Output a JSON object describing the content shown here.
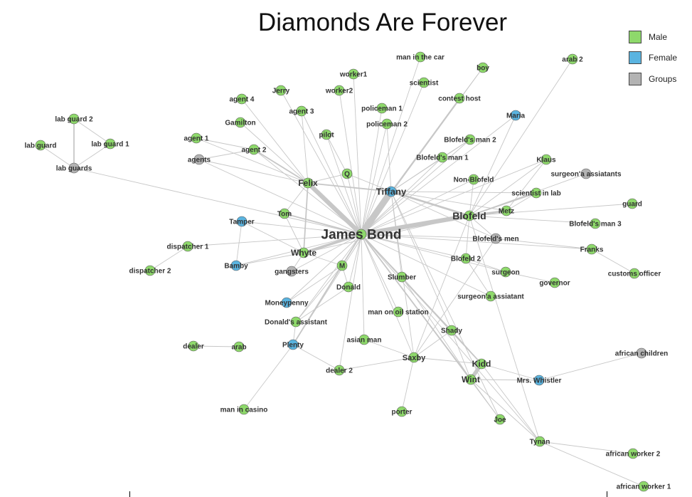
{
  "title": "Diamonds Are Forever",
  "legend": [
    {
      "label": "Male",
      "color": "#8ed96b"
    },
    {
      "label": "Female",
      "color": "#5ab4e0"
    },
    {
      "label": "Groups",
      "color": "#b3b3b3"
    }
  ],
  "colors": {
    "edge": "#c7c7c7",
    "node_stroke": "#555555",
    "label": "#333333"
  },
  "nodes": [
    {
      "id": "James Bond",
      "type": "male"
    },
    {
      "id": "Tiffany",
      "type": "female"
    },
    {
      "id": "Felix",
      "type": "male"
    },
    {
      "id": "Blofeld",
      "type": "male"
    },
    {
      "id": "Whyte",
      "type": "male"
    },
    {
      "id": "Kidd",
      "type": "male"
    },
    {
      "id": "Wint",
      "type": "male"
    },
    {
      "id": "Tom",
      "type": "male"
    },
    {
      "id": "Tamper",
      "type": "female"
    },
    {
      "id": "Bamby",
      "type": "female"
    },
    {
      "id": "gangsters",
      "type": "group"
    },
    {
      "id": "M",
      "type": "male"
    },
    {
      "id": "Donald",
      "type": "male"
    },
    {
      "id": "Moneypenny",
      "type": "female"
    },
    {
      "id": "Donald's assistant",
      "type": "male"
    },
    {
      "id": "Plenty",
      "type": "female"
    },
    {
      "id": "dealer",
      "type": "male"
    },
    {
      "id": "arab",
      "type": "male"
    },
    {
      "id": "dealer 2",
      "type": "male"
    },
    {
      "id": "man in casino",
      "type": "male"
    },
    {
      "id": "asian man",
      "type": "male"
    },
    {
      "id": "man on oil station",
      "type": "male"
    },
    {
      "id": "Slumber",
      "type": "male"
    },
    {
      "id": "Saxby",
      "type": "male"
    },
    {
      "id": "porter",
      "type": "male"
    },
    {
      "id": "Shady",
      "type": "male"
    },
    {
      "id": "Mrs. Whistler",
      "type": "female"
    },
    {
      "id": "african children",
      "type": "group"
    },
    {
      "id": "Joe",
      "type": "male"
    },
    {
      "id": "Tynan",
      "type": "male"
    },
    {
      "id": "african worker 2",
      "type": "male"
    },
    {
      "id": "african worker 1",
      "type": "male"
    },
    {
      "id": "lab guard 2",
      "type": "male"
    },
    {
      "id": "lab guard",
      "type": "male"
    },
    {
      "id": "lab guard 1",
      "type": "male"
    },
    {
      "id": "lab guards",
      "type": "group"
    },
    {
      "id": "dispatcher 1",
      "type": "male"
    },
    {
      "id": "dispatcher 2",
      "type": "male"
    },
    {
      "id": "agent 1",
      "type": "male"
    },
    {
      "id": "agent 2",
      "type": "male"
    },
    {
      "id": "agents",
      "type": "group"
    },
    {
      "id": "Gamilton",
      "type": "male"
    },
    {
      "id": "agent 4",
      "type": "male"
    },
    {
      "id": "Jerry",
      "type": "male"
    },
    {
      "id": "agent 3",
      "type": "male"
    },
    {
      "id": "worker1",
      "type": "male"
    },
    {
      "id": "worker2",
      "type": "male"
    },
    {
      "id": "pilot",
      "type": "male"
    },
    {
      "id": "Q",
      "type": "male"
    },
    {
      "id": "policeman 1",
      "type": "male"
    },
    {
      "id": "policeman 2",
      "type": "male"
    },
    {
      "id": "man in the car",
      "type": "male"
    },
    {
      "id": "scientist",
      "type": "male"
    },
    {
      "id": "boy",
      "type": "male"
    },
    {
      "id": "contest host",
      "type": "male"
    },
    {
      "id": "Blofeld's man 2",
      "type": "male"
    },
    {
      "id": "Blofeld's man 1",
      "type": "male"
    },
    {
      "id": "arab 2",
      "type": "male"
    },
    {
      "id": "Maria",
      "type": "female"
    },
    {
      "id": "Klaus",
      "type": "male"
    },
    {
      "id": "surgeon'a assiatants",
      "type": "group"
    },
    {
      "id": "Non-Blofeld",
      "type": "male"
    },
    {
      "id": "scientist in lab",
      "type": "male"
    },
    {
      "id": "guard",
      "type": "male"
    },
    {
      "id": "Metz",
      "type": "male"
    },
    {
      "id": "Blofeld's man 3",
      "type": "male"
    },
    {
      "id": "Blofeld's men",
      "type": "group"
    },
    {
      "id": "Franks",
      "type": "male"
    },
    {
      "id": "Blofeld 2",
      "type": "male"
    },
    {
      "id": "customs officer",
      "type": "male"
    },
    {
      "id": "surgeon",
      "type": "male"
    },
    {
      "id": "governor",
      "type": "male"
    },
    {
      "id": "surgeon'a assiatant",
      "type": "male"
    }
  ],
  "edges": [
    {
      "source": "James Bond",
      "target": "Tiffany",
      "weight": 10
    },
    {
      "source": "James Bond",
      "target": "Felix",
      "weight": 7
    },
    {
      "source": "James Bond",
      "target": "Blofeld",
      "weight": 7
    },
    {
      "source": "James Bond",
      "target": "Whyte",
      "weight": 4
    },
    {
      "source": "James Bond",
      "target": "Kidd",
      "weight": 2
    },
    {
      "source": "James Bond",
      "target": "Wint",
      "weight": 2
    },
    {
      "source": "Kidd",
      "target": "Wint",
      "weight": 6
    },
    {
      "source": "Tiffany",
      "target": "Blofeld",
      "weight": 3
    },
    {
      "source": "Felix",
      "target": "Tiffany",
      "weight": 2
    },
    {
      "source": "Blofeld",
      "target": "Metz",
      "weight": 3
    },
    {
      "source": "Blofeld",
      "target": "scientist in lab",
      "weight": 2
    },
    {
      "source": "Felix",
      "target": "Whyte",
      "weight": 2
    },
    {
      "source": "James Bond",
      "target": "Tom",
      "weight": 2
    },
    {
      "source": "James Bond",
      "target": "Tamper",
      "weight": 1
    },
    {
      "source": "James Bond",
      "target": "Bamby",
      "weight": 1
    },
    {
      "source": "James Bond",
      "target": "gangsters",
      "weight": 1
    },
    {
      "source": "James Bond",
      "target": "M",
      "weight": 1
    },
    {
      "source": "James Bond",
      "target": "Donald",
      "weight": 1
    },
    {
      "source": "James Bond",
      "target": "Moneypenny",
      "weight": 1
    },
    {
      "source": "James Bond",
      "target": "Donald's assistant",
      "weight": 1
    },
    {
      "source": "James Bond",
      "target": "Plenty",
      "weight": 2
    },
    {
      "source": "James Bond",
      "target": "Slumber",
      "weight": 1
    },
    {
      "source": "James Bond",
      "target": "Saxby",
      "weight": 1
    },
    {
      "source": "James Bond",
      "target": "Shady",
      "weight": 1
    },
    {
      "source": "James Bond",
      "target": "man on oil station",
      "weight": 1
    },
    {
      "source": "James Bond",
      "target": "asian man",
      "weight": 1
    },
    {
      "source": "James Bond",
      "target": "dealer 2",
      "weight": 1
    },
    {
      "source": "James Bond",
      "target": "Q",
      "weight": 1
    },
    {
      "source": "James Bond",
      "target": "pilot",
      "weight": 1
    },
    {
      "source": "James Bond",
      "target": "agent 2",
      "weight": 1
    },
    {
      "source": "James Bond",
      "target": "agents",
      "weight": 1
    },
    {
      "source": "James Bond",
      "target": "agent 3",
      "weight": 1
    },
    {
      "source": "James Bond",
      "target": "Jerry",
      "weight": 1
    },
    {
      "source": "James Bond",
      "target": "worker1",
      "weight": 1
    },
    {
      "source": "James Bond",
      "target": "worker2",
      "weight": 1
    },
    {
      "source": "James Bond",
      "target": "policeman 1",
      "weight": 1
    },
    {
      "source": "James Bond",
      "target": "policeman 2",
      "weight": 1
    },
    {
      "source": "James Bond",
      "target": "man in the car",
      "weight": 1
    },
    {
      "source": "James Bond",
      "target": "scientist",
      "weight": 1
    },
    {
      "source": "James Bond",
      "target": "boy",
      "weight": 1
    },
    {
      "source": "James Bond",
      "target": "contest host",
      "weight": 1
    },
    {
      "source": "James Bond",
      "target": "Blofeld's man 2",
      "weight": 1
    },
    {
      "source": "James Bond",
      "target": "Blofeld's man 1",
      "weight": 1
    },
    {
      "source": "James Bond",
      "target": "Maria",
      "weight": 1
    },
    {
      "source": "James Bond",
      "target": "Non-Blofeld",
      "weight": 1
    },
    {
      "source": "James Bond",
      "target": "Klaus",
      "weight": 1
    },
    {
      "source": "James Bond",
      "target": "Blofeld's men",
      "weight": 1
    },
    {
      "source": "James Bond",
      "target": "Blofeld 2",
      "weight": 1
    },
    {
      "source": "James Bond",
      "target": "surgeon",
      "weight": 1
    },
    {
      "source": "James Bond",
      "target": "surgeon'a assiatant",
      "weight": 1
    },
    {
      "source": "James Bond",
      "target": "Franks",
      "weight": 1
    },
    {
      "source": "James Bond",
      "target": "lab guards",
      "weight": 1
    },
    {
      "source": "James Bond",
      "target": "dispatcher 1",
      "weight": 1
    },
    {
      "source": "James Bond",
      "target": "Joe",
      "weight": 1
    },
    {
      "source": "James Bond",
      "target": "Tynan",
      "weight": 1
    },
    {
      "source": "lab guard 2",
      "target": "lab guards",
      "weight": 2
    },
    {
      "source": "lab guard",
      "target": "lab guards",
      "weight": 1
    },
    {
      "source": "lab guard 1",
      "target": "lab guards",
      "weight": 1
    },
    {
      "source": "lab guard 2",
      "target": "lab guard 1",
      "weight": 1
    },
    {
      "source": "dispatcher 1",
      "target": "dispatcher 2",
      "weight": 1
    },
    {
      "source": "Felix",
      "target": "agent 1",
      "weight": 1
    },
    {
      "source": "Felix",
      "target": "agent 2",
      "weight": 2
    },
    {
      "source": "Felix",
      "target": "agents",
      "weight": 1
    },
    {
      "source": "Felix",
      "target": "agent 3",
      "weight": 1
    },
    {
      "source": "Felix",
      "target": "agent 4",
      "weight": 1
    },
    {
      "source": "Felix",
      "target": "Gamilton",
      "weight": 1
    },
    {
      "source": "Felix",
      "target": "Tom",
      "weight": 1
    },
    {
      "source": "Felix",
      "target": "Q",
      "weight": 1
    },
    {
      "source": "agent 1",
      "target": "agent 2",
      "weight": 1
    },
    {
      "source": "agent 2",
      "target": "agents",
      "weight": 1
    },
    {
      "source": "Whyte",
      "target": "Tom",
      "weight": 1
    },
    {
      "source": "Whyte",
      "target": "M",
      "weight": 1
    },
    {
      "source": "Whyte",
      "target": "Tamper",
      "weight": 1
    },
    {
      "source": "Whyte",
      "target": "Bamby",
      "weight": 1
    },
    {
      "source": "Tamper",
      "target": "Bamby",
      "weight": 1
    },
    {
      "source": "M",
      "target": "Donald",
      "weight": 1
    },
    {
      "source": "M",
      "target": "Moneypenny",
      "weight": 1
    },
    {
      "source": "M",
      "target": "Donald's assistant",
      "weight": 1
    },
    {
      "source": "Donald",
      "target": "Donald's assistant",
      "weight": 1
    },
    {
      "source": "Plenty",
      "target": "man in casino",
      "weight": 1
    },
    {
      "source": "Plenty",
      "target": "Donald's assistant",
      "weight": 1
    },
    {
      "source": "Plenty",
      "target": "dealer 2",
      "weight": 1
    },
    {
      "source": "dealer",
      "target": "arab",
      "weight": 1
    },
    {
      "source": "Saxby",
      "target": "dealer 2",
      "weight": 1
    },
    {
      "source": "Saxby",
      "target": "Shady",
      "weight": 1
    },
    {
      "source": "Saxby",
      "target": "porter",
      "weight": 1
    },
    {
      "source": "Saxby",
      "target": "Kidd",
      "weight": 1
    },
    {
      "source": "Saxby",
      "target": "Tiffany",
      "weight": 1
    },
    {
      "source": "Shady",
      "target": "Kidd",
      "weight": 1
    },
    {
      "source": "Shady",
      "target": "Wint",
      "weight": 1
    },
    {
      "source": "Slumber",
      "target": "Wint",
      "weight": 1
    },
    {
      "source": "Slumber",
      "target": "Kidd",
      "weight": 1
    },
    {
      "source": "Kidd",
      "target": "Mrs. Whistler",
      "weight": 1
    },
    {
      "source": "Wint",
      "target": "Mrs. Whistler",
      "weight": 1
    },
    {
      "source": "Mrs. Whistler",
      "target": "african children",
      "weight": 1
    },
    {
      "source": "Wint",
      "target": "Joe",
      "weight": 1
    },
    {
      "source": "Wint",
      "target": "Tynan",
      "weight": 1
    },
    {
      "source": "Kidd",
      "target": "Tynan",
      "weight": 1
    },
    {
      "source": "Tynan",
      "target": "african worker 2",
      "weight": 1
    },
    {
      "source": "Tynan",
      "target": "african worker 1",
      "weight": 1
    },
    {
      "source": "Blofeld",
      "target": "Klaus",
      "weight": 1
    },
    {
      "source": "Blofeld",
      "target": "surgeon'a assiatants",
      "weight": 1
    },
    {
      "source": "Blofeld",
      "target": "guard",
      "weight": 1
    },
    {
      "source": "Blofeld",
      "target": "Blofeld's man 3",
      "weight": 1
    },
    {
      "source": "Blofeld",
      "target": "Blofeld's men",
      "weight": 1
    },
    {
      "source": "Blofeld",
      "target": "Non-Blofeld",
      "weight": 1
    },
    {
      "source": "Blofeld",
      "target": "Blofeld 2",
      "weight": 1
    },
    {
      "source": "Blofeld",
      "target": "Maria",
      "weight": 1
    },
    {
      "source": "Blofeld",
      "target": "arab 2",
      "weight": 1
    },
    {
      "source": "Blofeld",
      "target": "Tynan",
      "weight": 1
    },
    {
      "source": "Blofeld's men",
      "target": "Franks",
      "weight": 1
    },
    {
      "source": "Franks",
      "target": "customs officer",
      "weight": 1
    },
    {
      "source": "Blofeld 2",
      "target": "surgeon",
      "weight": 1
    },
    {
      "source": "Blofeld 2",
      "target": "surgeon'a assiatant",
      "weight": 1
    },
    {
      "source": "surgeon",
      "target": "governor",
      "weight": 1
    },
    {
      "source": "Tiffany",
      "target": "contest host",
      "weight": 1
    },
    {
      "source": "Tiffany",
      "target": "boy",
      "weight": 1
    },
    {
      "source": "Tiffany",
      "target": "Blofeld's man 1",
      "weight": 1
    },
    {
      "source": "Tiffany",
      "target": "Blofeld's man 2",
      "weight": 1
    },
    {
      "source": "Tiffany",
      "target": "policeman 2",
      "weight": 1
    },
    {
      "source": "Tiffany",
      "target": "Slumber",
      "weight": 1
    },
    {
      "source": "Tiffany",
      "target": "Shady",
      "weight": 1
    },
    {
      "source": "Tiffany",
      "target": "Plenty",
      "weight": 1
    },
    {
      "source": "Tiffany",
      "target": "Felix",
      "weight": 1
    },
    {
      "source": "Tiffany",
      "target": "Metz",
      "weight": 1
    },
    {
      "source": "Tiffany",
      "target": "Blofeld's men",
      "weight": 1
    },
    {
      "source": "Tiffany",
      "target": "Joe",
      "weight": 1
    },
    {
      "source": "Tiffany",
      "target": "Q",
      "weight": 1
    },
    {
      "source": "Tiffany",
      "target": "scientist in lab",
      "weight": 1
    },
    {
      "source": "Metz",
      "target": "scientist in lab",
      "weight": 1
    },
    {
      "source": "Metz",
      "target": "Klaus",
      "weight": 1
    },
    {
      "source": "Blofeld's man 1",
      "target": "Blofeld's man 2",
      "weight": 1
    },
    {
      "source": "Saxby",
      "target": "Blofeld",
      "weight": 1
    },
    {
      "source": "Saxby",
      "target": "Blofeld's men",
      "weight": 1
    },
    {
      "source": "Whyte",
      "target": "gangsters",
      "weight": 1
    },
    {
      "source": "Whyte",
      "target": "Blofeld",
      "weight": 1
    },
    {
      "source": "pilot",
      "target": "Q",
      "weight": 1
    },
    {
      "source": "Saxby",
      "target": "asian man",
      "weight": 1
    }
  ]
}
